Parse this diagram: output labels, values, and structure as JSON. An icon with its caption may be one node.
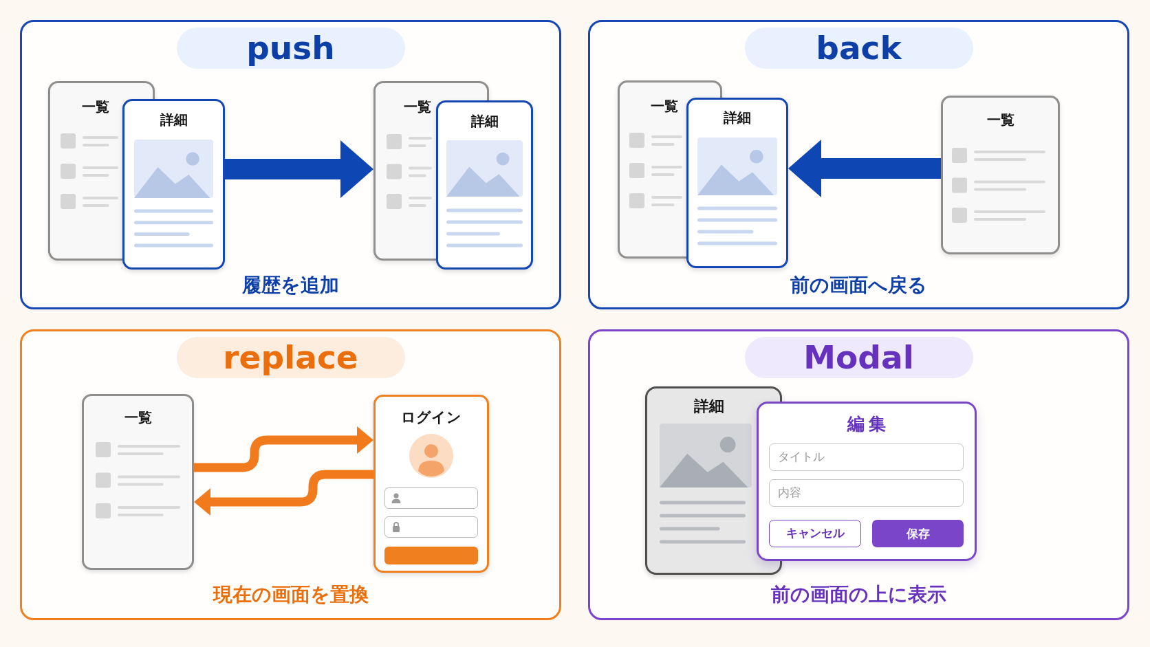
{
  "diagram": {
    "nodes": [
      {
        "text": [
          "push",
          "履歴を追加"
        ]
      },
      {
        "text": [
          "一覧"
        ],
        "in": 0
      },
      {
        "text": [
          "詳細"
        ],
        "in": 0
      },
      {
        "text": [
          "一覧"
        ],
        "in": 0
      },
      {
        "text": [
          "詳細"
        ],
        "in": 0
      },
      {
        "text": [
          "back",
          "前の画面へ戻る"
        ]
      },
      {
        "text": [
          "一覧"
        ],
        "in": 5
      },
      {
        "text": [
          "詳細"
        ],
        "in": 5
      },
      {
        "text": [
          "一覧"
        ],
        "in": 5
      },
      {
        "text": [
          "replace",
          "現在の画面を置換"
        ]
      },
      {
        "text": [
          "一覧"
        ],
        "in": 9
      },
      {
        "text": [
          "ログイン"
        ],
        "in": 9
      },
      {
        "text": [
          "Modal",
          "前の画面の上に表示"
        ]
      },
      {
        "text": [
          "詳細"
        ],
        "in": 12
      },
      {
        "text": [
          "編集"
        ],
        "in": 12
      },
      {
        "text": [
          "タイトル"
        ],
        "in": 14
      },
      {
        "text": [
          "内容"
        ],
        "in": 14
      },
      {
        "text": [
          "キャンセル"
        ],
        "in": 14
      },
      {
        "text": [
          "保存"
        ],
        "in": 14
      }
    ],
    "edges": [
      {
        "from": 2,
        "to": 3,
        "arrow": "to"
      },
      {
        "from": 8,
        "to": 7,
        "arrow": "to"
      },
      {
        "from": 10,
        "to": 11,
        "arrow": "to",
        "color": "#f07a1c"
      },
      {
        "from": 11,
        "to": 10,
        "arrow": "to",
        "color": "#f07a1c"
      }
    ]
  }
}
